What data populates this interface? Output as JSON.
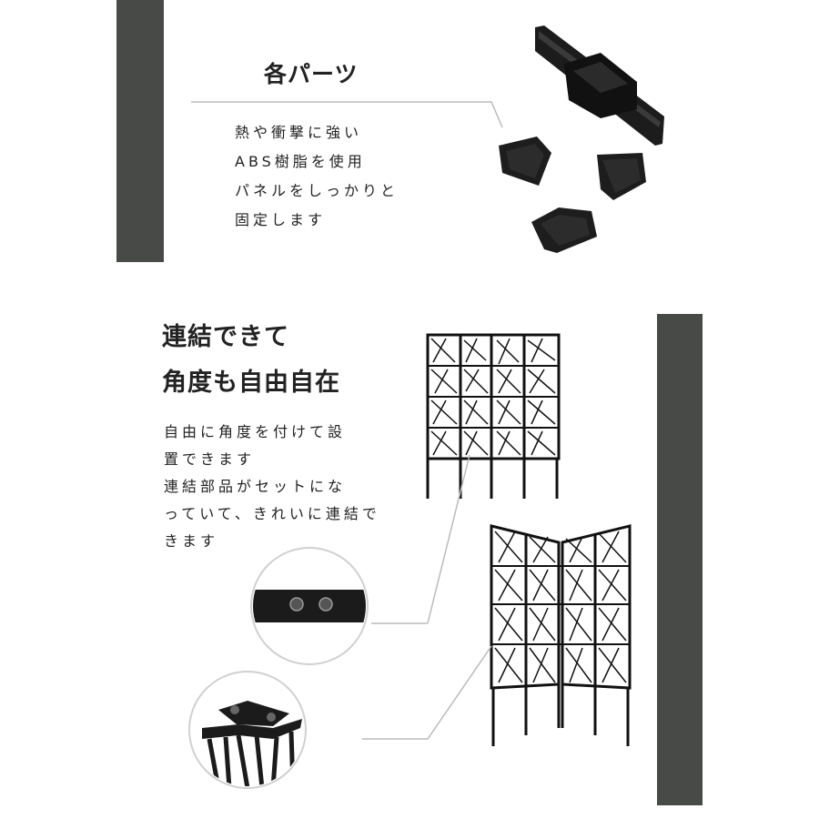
{
  "section1": {
    "heading": "各パーツ",
    "lines": [
      "熱や衝撃に強い",
      "ABS樹脂を使用",
      "パネルをしっかりと",
      "固定します"
    ]
  },
  "section2": {
    "heading_lines": [
      "連結できて",
      "角度も自由自在"
    ],
    "lines": [
      "自由に角度を付けて設",
      "置できます",
      "連結部品がセットにな",
      "っていて、きれいに連結で",
      "きます"
    ]
  },
  "icons": {
    "corner_parts": "corner-joint-parts",
    "screen_straight": "screen-panels-straight",
    "screen_angled": "screen-panels-angled",
    "zoom_bolts": "connector-bolts-closeup",
    "zoom_hinge": "hinge-closeup"
  },
  "colors": {
    "accent_bar": "#484a48",
    "text": "#222222",
    "product": "#1a1a1a"
  }
}
